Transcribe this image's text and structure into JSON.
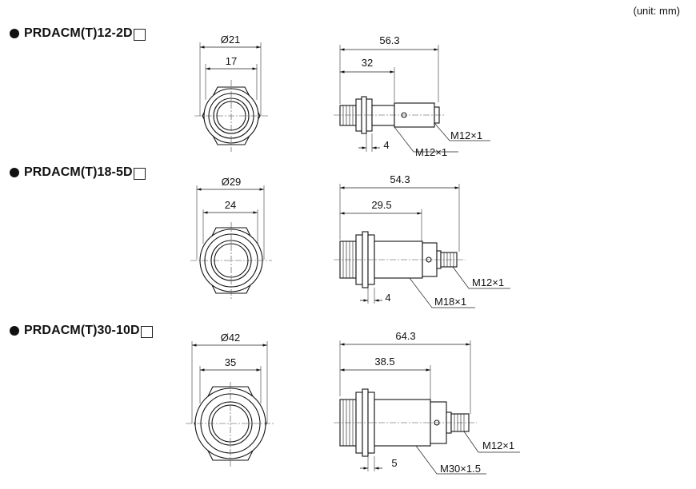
{
  "unit_label": "(unit: mm)",
  "models": [
    {
      "name": "PRDACM(T)12-2D",
      "front": {
        "outer": "Ø21",
        "inner": "17"
      },
      "side": {
        "total": "56.3",
        "body": "32",
        "nut": "4",
        "thread": "M12×1",
        "connector": "M12×1"
      }
    },
    {
      "name": "PRDACM(T)18-5D",
      "front": {
        "outer": "Ø29",
        "inner": "24"
      },
      "side": {
        "total": "54.3",
        "body": "29.5",
        "nut": "4",
        "thread": "M18×1",
        "connector": "M12×1"
      }
    },
    {
      "name": "PRDACM(T)30-10D",
      "front": {
        "outer": "Ø42",
        "inner": "35"
      },
      "side": {
        "total": "64.3",
        "body": "38.5",
        "nut": "5",
        "thread": "M30×1.5",
        "connector": "M12×1"
      }
    }
  ]
}
